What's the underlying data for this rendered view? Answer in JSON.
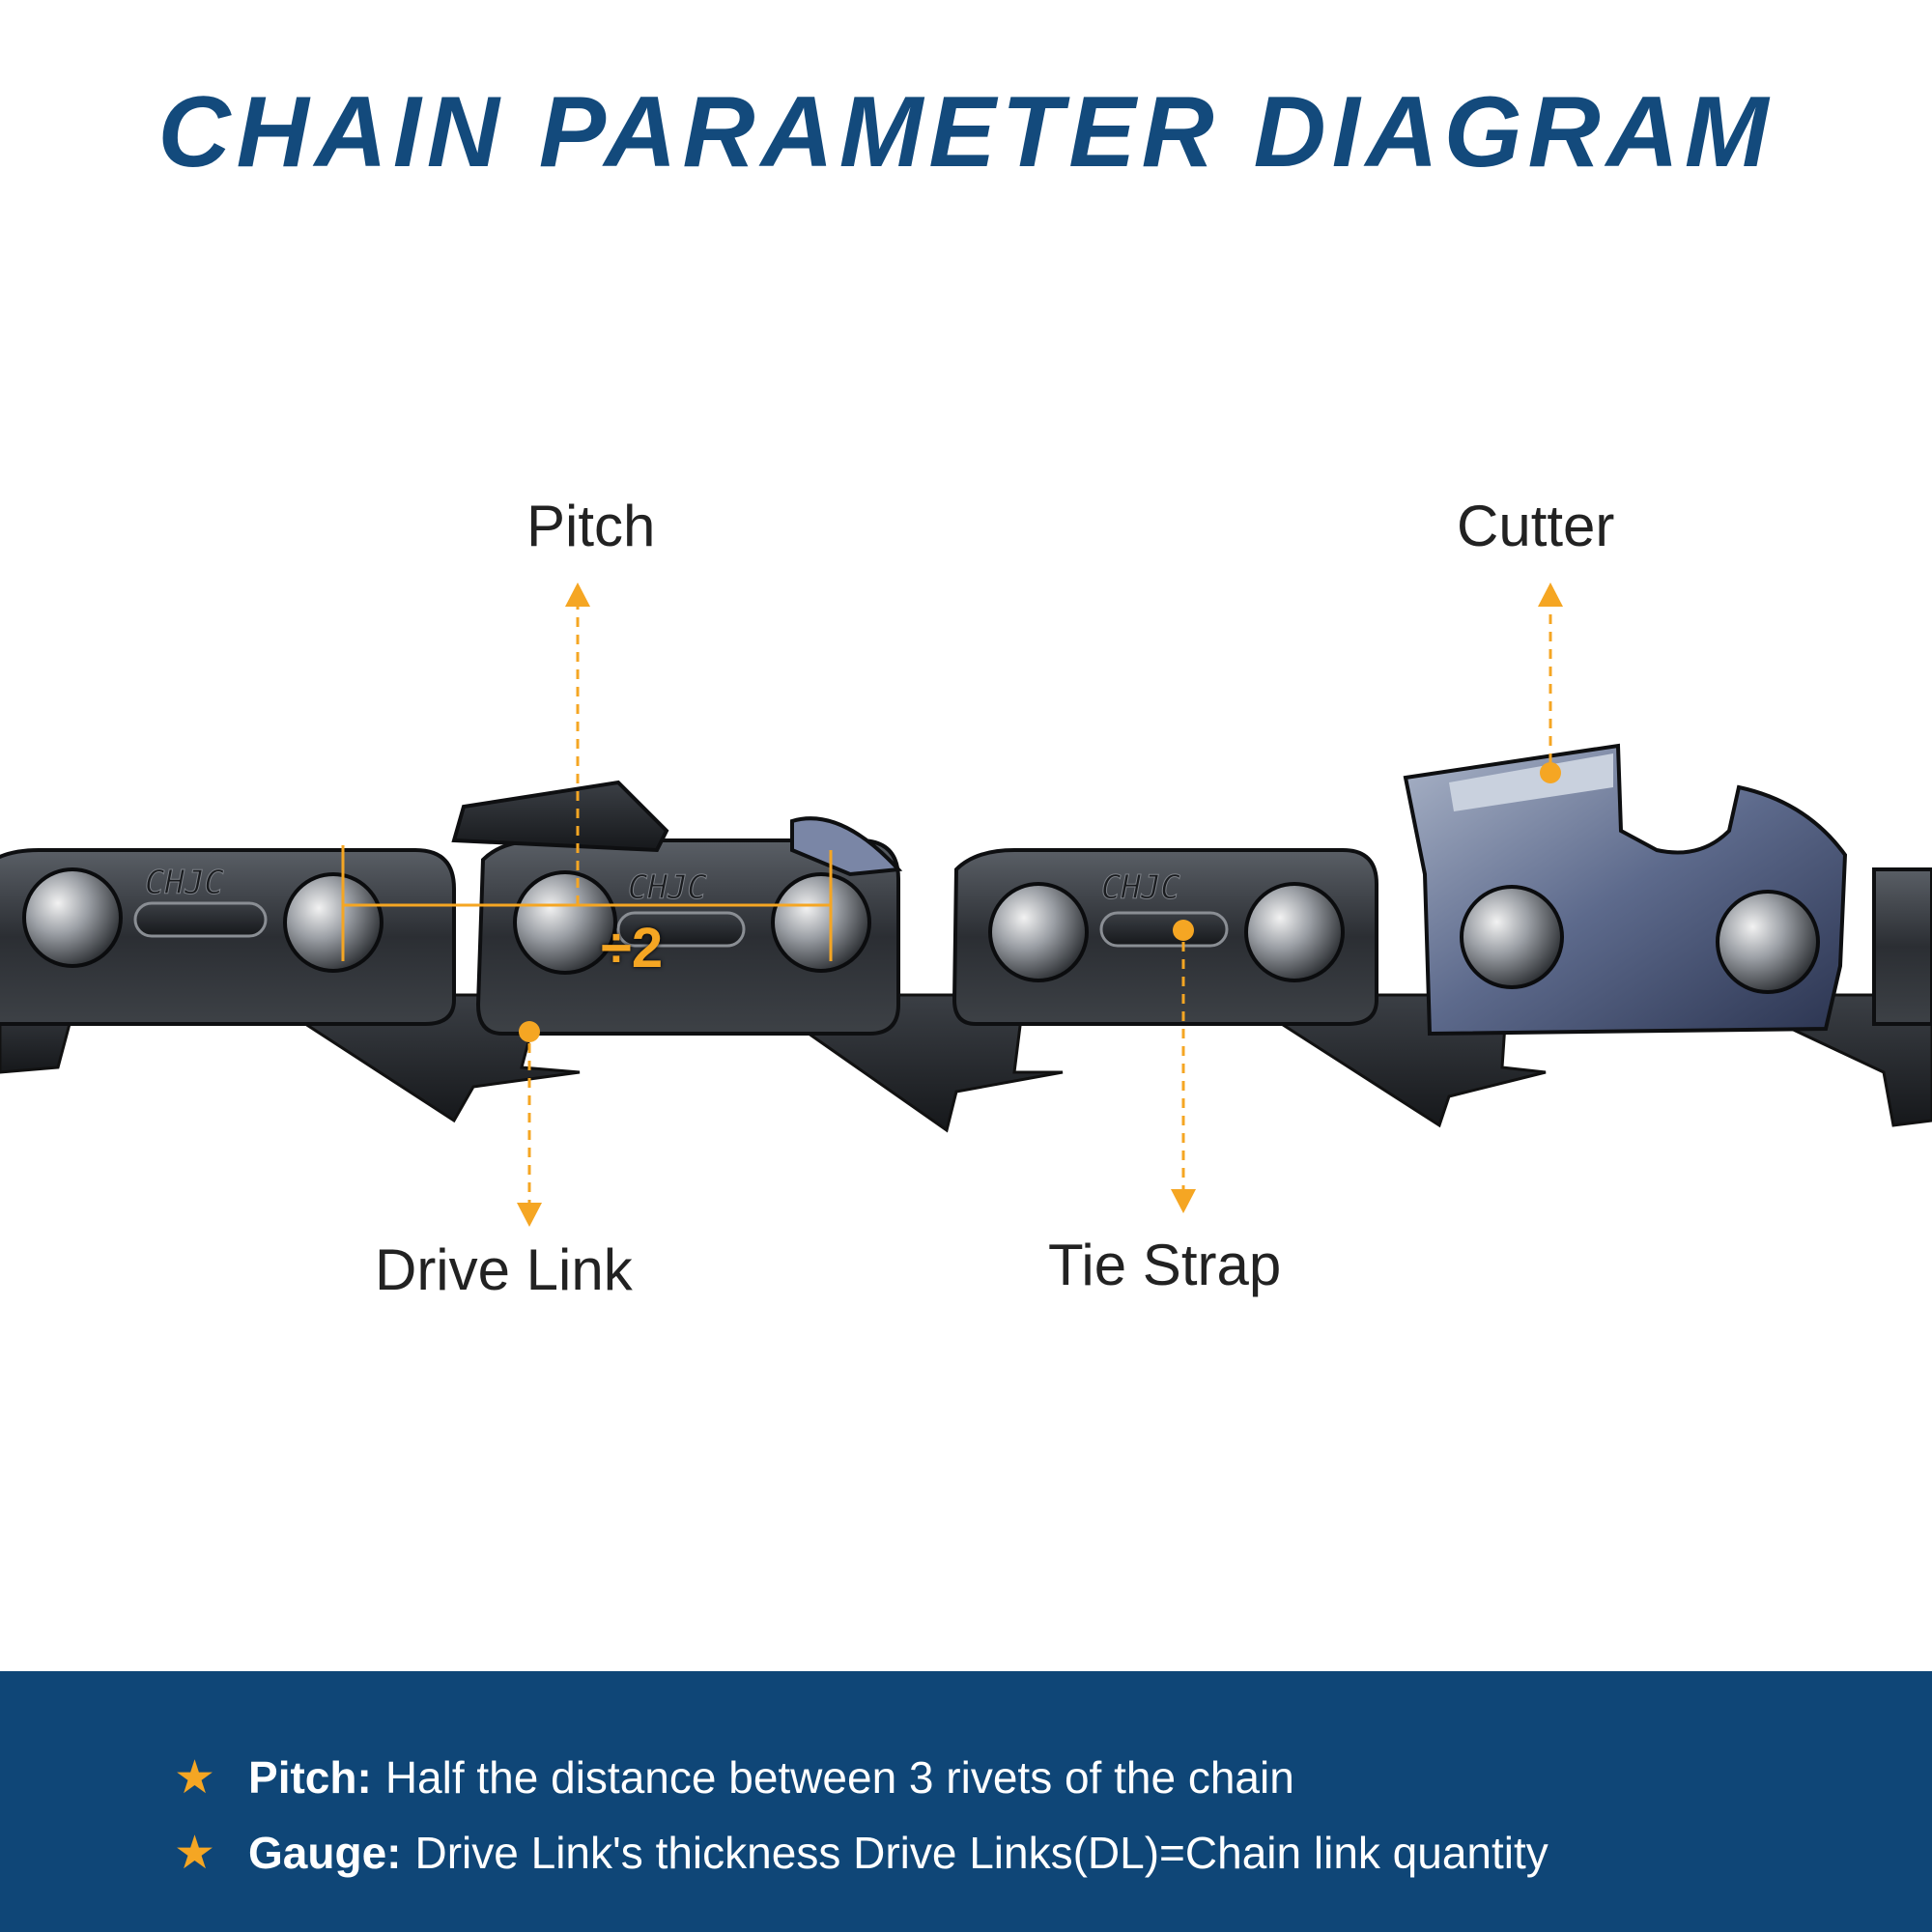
{
  "title": "CHAIN PARAMETER DIAGRAM",
  "labels": {
    "pitch": "Pitch",
    "cutter": "Cutter",
    "drive_link": "Drive Link",
    "tie_strap": "Tie Strap",
    "divide": "÷2"
  },
  "rivet_marking": "CHJC",
  "accent_color": "#f5a623",
  "brand_color": "#134a7c",
  "notes": [
    {
      "icon": "star-icon",
      "term": "Pitch:",
      "text": "Half the distance between 3 rivets of the chain"
    },
    {
      "icon": "star-icon",
      "term": "Gauge:",
      "text": "Drive Link's thickness Drive Links(DL)=Chain link quantity"
    }
  ]
}
